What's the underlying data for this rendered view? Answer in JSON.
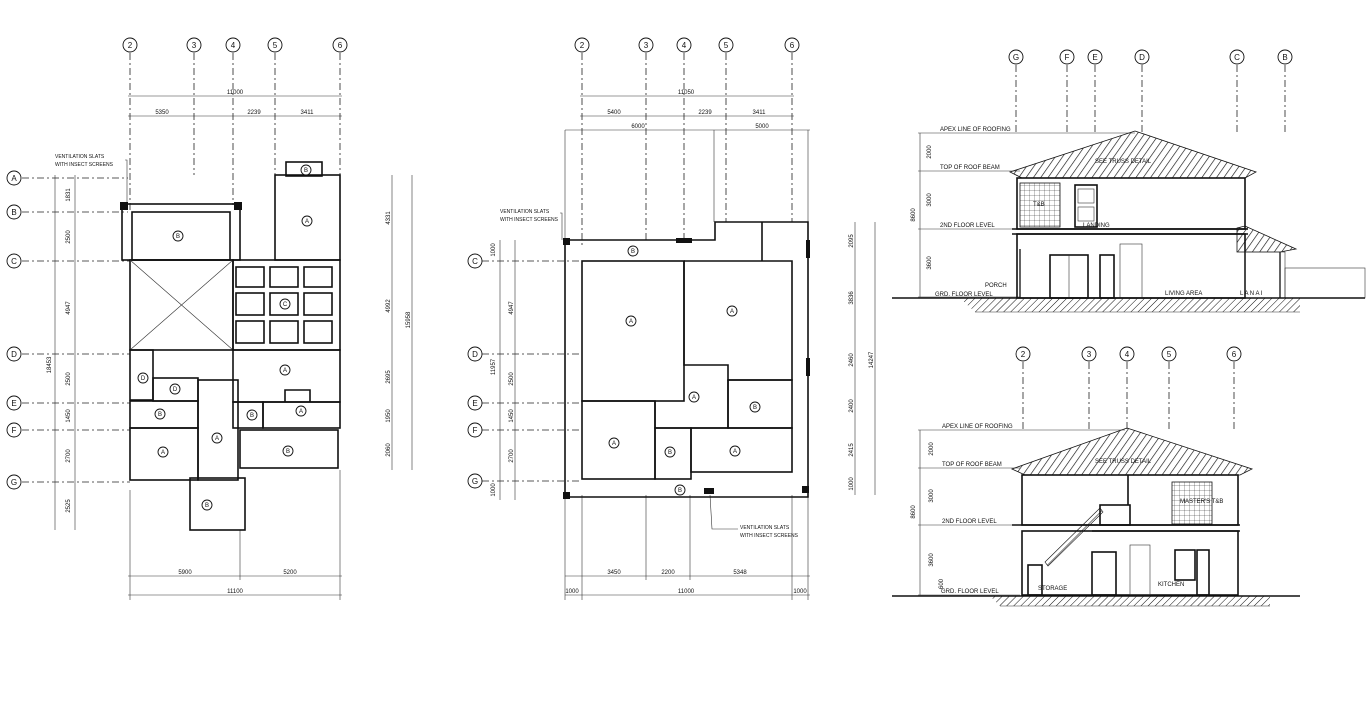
{
  "plan1": {
    "grid_cols": [
      "2",
      "3",
      "4",
      "5",
      "6"
    ],
    "grid_rows": [
      "A",
      "B",
      "C",
      "D",
      "E",
      "F",
      "G"
    ],
    "top_total": "11000",
    "top_segments": [
      "5350",
      "2239",
      "3411"
    ],
    "bottom_segments": [
      "5900",
      "5200"
    ],
    "bottom_total": "11100",
    "left_dims": [
      "1831",
      "2500",
      "4947",
      "2500",
      "1450",
      "2700",
      "2525"
    ],
    "left_total": "18453",
    "right_dims": [
      "4331",
      "4992",
      "2695",
      "1950",
      "2060"
    ],
    "right_total": "15958",
    "note": [
      "VENTILATION SLATS",
      "WITH INSECT SCREENS"
    ],
    "tags": [
      "B",
      "A",
      "B",
      "C",
      "D",
      "D",
      "A",
      "B",
      "A",
      "B",
      "A",
      "B",
      "A",
      "B"
    ]
  },
  "plan2": {
    "grid_cols": [
      "2",
      "3",
      "4",
      "5",
      "6"
    ],
    "grid_rows": [
      "C",
      "D",
      "E",
      "F",
      "G"
    ],
    "top_total": "11050",
    "top_segments": [
      "5400",
      "2239",
      "3411"
    ],
    "top_segments_2": [
      "6000",
      "5000"
    ],
    "bottom_segments": [
      "3450",
      "2200",
      "5348"
    ],
    "bottom_total": "11000",
    "bottom_ends": [
      "1000",
      "1000"
    ],
    "left_dims": [
      "1000",
      "4947",
      "2500",
      "1450",
      "2700",
      "1000"
    ],
    "left_total": "11957",
    "right_dims": [
      "2095",
      "3836",
      "2460",
      "2400",
      "2415",
      "1000"
    ],
    "right_total": "14247",
    "note_top": [
      "VENTILATION SLATS",
      "WITH INSECT SCREENS"
    ],
    "note_bottom": [
      "VENTILATION SLATS",
      "WITH INSECT SCREENS"
    ],
    "tags": [
      "B",
      "A",
      "A",
      "A",
      "B",
      "A",
      "B",
      "A",
      "B"
    ]
  },
  "elevation1": {
    "grid_cols": [
      "G",
      "F",
      "E",
      "D",
      "C",
      "B"
    ],
    "levels": [
      "APEX LINE OF ROOFING",
      "TOP OF ROOF BEAM",
      "2ND FLOOR LEVEL",
      "GRD. FLOOR LEVEL"
    ],
    "heights": [
      "2000",
      "3000",
      "3600"
    ],
    "total": "8600",
    "rooms": [
      "SEE TRUSS DETAIL",
      "T&B",
      "LANDING",
      "PORCH",
      "LIVING AREA",
      "L A N A I"
    ]
  },
  "elevation2": {
    "grid_cols": [
      "2",
      "3",
      "4",
      "5",
      "6"
    ],
    "levels": [
      "APEX LINE OF ROOFING",
      "TOP OF ROOF BEAM",
      "2ND FLOOR LEVEL",
      "GRD. FLOOR LEVEL"
    ],
    "heights": [
      "2000",
      "3000",
      "3600",
      "600"
    ],
    "total": "8600",
    "rooms": [
      "SEE TRUSS DETAIL",
      "MASTER'S T&B",
      "STORAGE",
      "KITCHEN"
    ]
  },
  "colors": {
    "ink": "#111111",
    "paper": "#ffffff"
  }
}
